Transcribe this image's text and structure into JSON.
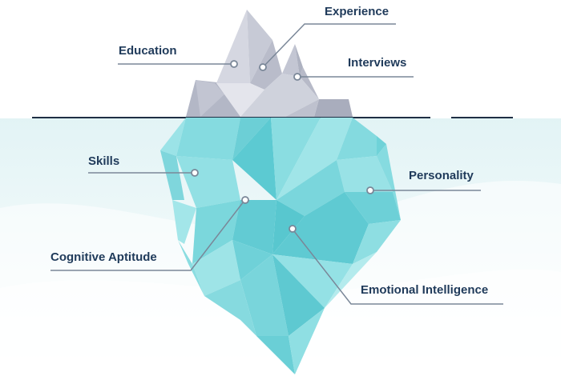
{
  "labels": {
    "experience": "Experience",
    "education": "Education",
    "interviews": "Interviews",
    "skills": "Skills",
    "personality": "Personality",
    "cognitive_aptitude": "Cognitive Aptitude",
    "emotional_intelligence": "Emotional Intelligence"
  },
  "colors": {
    "label_text": "#1f3a5a",
    "leader_line": "#7a8798",
    "waterline": "#1f2f44",
    "ice_above": "#c9ccd8",
    "ice_below": "#6fd0d6",
    "water_tint": "#e6f4f6"
  }
}
